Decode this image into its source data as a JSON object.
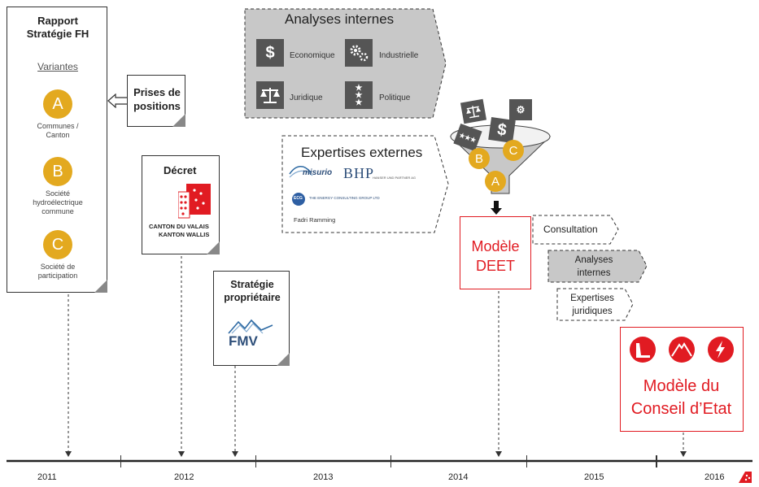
{
  "rapport": {
    "title_line1": "Rapport",
    "title_line2": "Stratégie FH",
    "variantes": "Variantes",
    "variants": [
      {
        "letter": "A",
        "label_line1": "Communes /",
        "label_line2": "Canton",
        "label_line3": ""
      },
      {
        "letter": "B",
        "label_line1": "Société",
        "label_line2": "hydroélectrique",
        "label_line3": "commune"
      },
      {
        "letter": "C",
        "label_line1": "Société de",
        "label_line2": "participation",
        "label_line3": ""
      }
    ]
  },
  "prises": {
    "line1": "Prises de",
    "line2": "positions"
  },
  "decret": {
    "title": "Décret",
    "logo_line1": "CANTON DU VALAIS",
    "logo_line2": "KANTON WALLIS"
  },
  "strategie": {
    "line1": "Stratégie",
    "line2": "propriétaire",
    "logo": "FMV"
  },
  "analyses_internes": {
    "title": "Analyses internes",
    "items": [
      {
        "label": "Economique",
        "icon": "dollar-icon"
      },
      {
        "label": "Industrielle",
        "icon": "gears-icon"
      },
      {
        "label": "Juridique",
        "icon": "scales-icon"
      },
      {
        "label": "Politique",
        "icon": "stars-icon"
      }
    ]
  },
  "expertises_externes": {
    "title": "Expertises externes",
    "logo1": "misurio",
    "logo2": "BHP",
    "logo2_sub": "HANSER UND PARTNER AG",
    "logo3": "ECG",
    "logo3_sub": "THE ENERGY CONSULTING GROUP LTD",
    "person": "Fadri Ramming"
  },
  "funnel": {
    "letters": [
      "B",
      "C",
      "A"
    ]
  },
  "modele_deet": {
    "line1": "Modèle",
    "line2": "DEET"
  },
  "side_steps": {
    "consultation": "Consultation",
    "analyses_line1": "Analyses",
    "analyses_line2": "internes",
    "expertises_line1": "Expertises",
    "expertises_line2": "juridiques"
  },
  "modele_ce": {
    "line1": "Modèle du",
    "line2": "Conseil d’Etat"
  },
  "timeline": {
    "years": [
      "2011",
      "2012",
      "2013",
      "2014",
      "2015",
      "2016"
    ]
  },
  "colors": {
    "accent": "#e11b22",
    "gold": "#e3a91f",
    "grey": "#c8c8c8",
    "dark_icon": "#555555"
  }
}
